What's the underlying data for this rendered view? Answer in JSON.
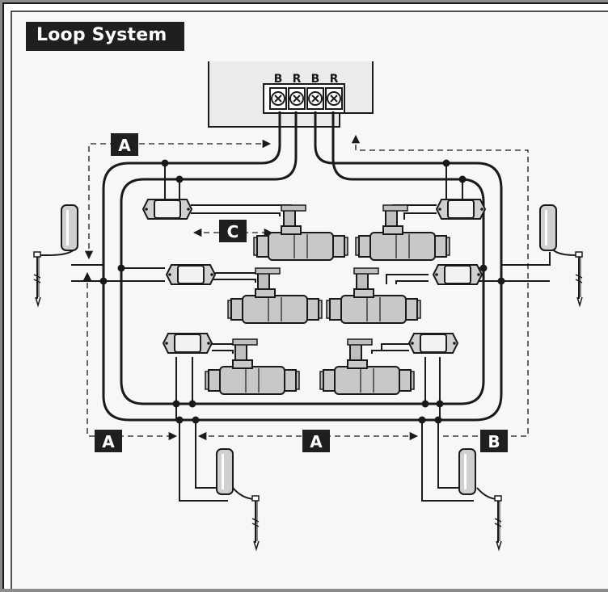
{
  "title": "Loop System",
  "terminals": [
    "B",
    "R",
    "B",
    "R"
  ],
  "callouts": {
    "a_top": "A",
    "a_bottom_left": "A",
    "a_bottom_middle": "A",
    "b": "B",
    "c": "C"
  },
  "colors": {
    "outer_border": "#8c8c8c",
    "frame_inner": "#f7f7f7",
    "controller_box": "#ebebeb",
    "callout_fill": "#1f1f1f",
    "callout_text": "#ffffff",
    "wire": "#1a1a1a",
    "valve_fill": "#c8c8c8",
    "decoder_fill": "#d0d0d0"
  },
  "icons": [
    "screw-terminal-icon",
    "decoder-icon",
    "solenoid-valve-icon",
    "surge-arrestor-icon",
    "ground-rod-icon",
    "splice-dot-icon",
    "arrow-icon"
  ]
}
